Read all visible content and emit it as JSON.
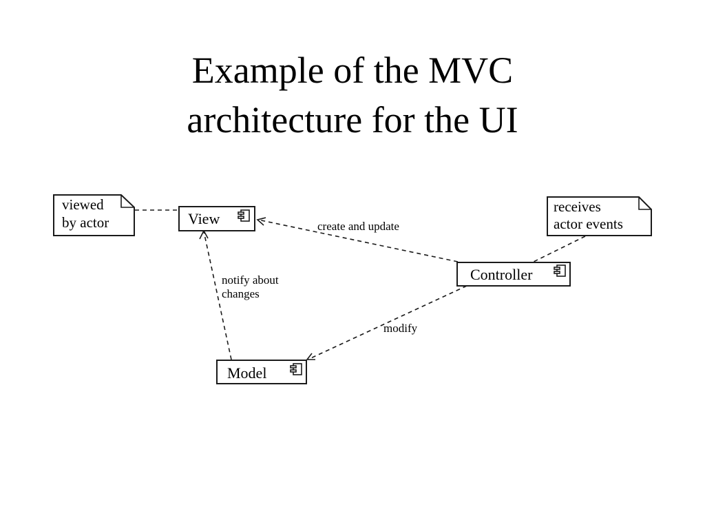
{
  "title": {
    "line1": "Example of the MVC",
    "line2": "architecture for the UI"
  },
  "notes": {
    "viewed": [
      "viewed",
      "by actor"
    ],
    "receives": [
      "receives",
      "actor events"
    ]
  },
  "components": {
    "view": "View",
    "controller": "Controller",
    "model": "Model"
  },
  "edges": {
    "create_update": "create and update",
    "notify": [
      "notify about",
      "changes"
    ],
    "modify": "modify"
  },
  "icons": {
    "component_icon": "uml-component-icon",
    "note_icon": "folded-corner-note"
  }
}
